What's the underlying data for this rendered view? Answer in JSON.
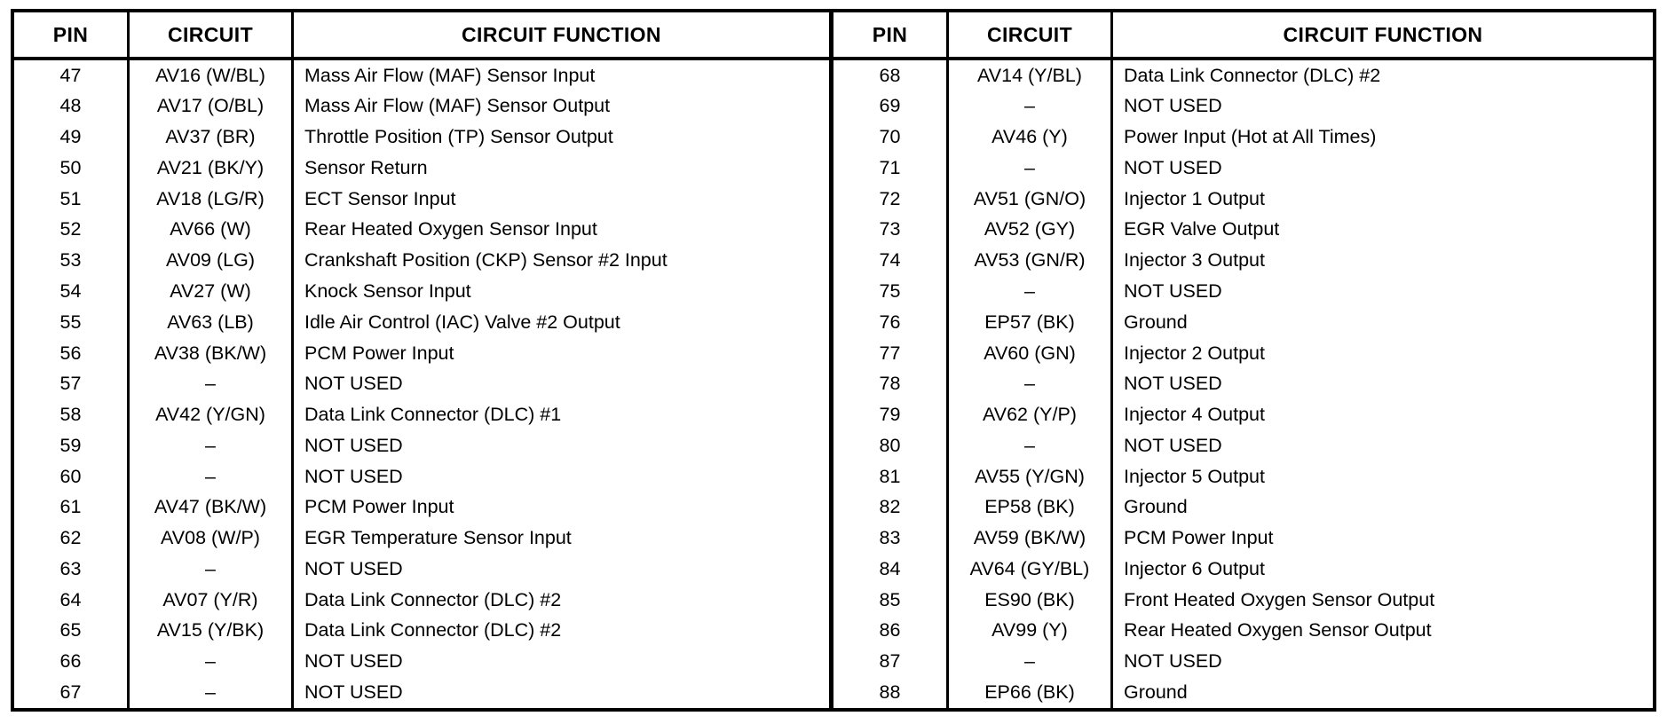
{
  "document": {
    "type": "pcm-connector-pin-table",
    "columns": [
      "PIN",
      "CIRCUIT",
      "CIRCUIT FUNCTION"
    ],
    "dash": "–"
  },
  "tables": [
    {
      "name": "left-table",
      "headers": {
        "pin": "PIN",
        "circuit": "CIRCUIT",
        "function": "CIRCUIT FUNCTION"
      },
      "rows": [
        {
          "pin": "47",
          "circuit": "AV16 (W/BL)",
          "function": "Mass Air Flow (MAF) Sensor Input"
        },
        {
          "pin": "48",
          "circuit": "AV17 (O/BL)",
          "function": "Mass Air Flow (MAF) Sensor Output"
        },
        {
          "pin": "49",
          "circuit": "AV37 (BR)",
          "function": "Throttle Position (TP) Sensor Output"
        },
        {
          "pin": "50",
          "circuit": "AV21 (BK/Y)",
          "function": "Sensor Return"
        },
        {
          "pin": "51",
          "circuit": "AV18 (LG/R)",
          "function": "ECT Sensor Input"
        },
        {
          "pin": "52",
          "circuit": "AV66  (W)",
          "function": "Rear Heated Oxygen Sensor Input"
        },
        {
          "pin": "53",
          "circuit": "AV09 (LG)",
          "function": "Crankshaft Position (CKP) Sensor #2 Input"
        },
        {
          "pin": "54",
          "circuit": "AV27 (W)",
          "function": "Knock Sensor Input"
        },
        {
          "pin": "55",
          "circuit": "AV63 (LB)",
          "function": "Idle Air Control (IAC) Valve #2 Output"
        },
        {
          "pin": "56",
          "circuit": "AV38 (BK/W)",
          "function": "PCM Power Input"
        },
        {
          "pin": "57",
          "circuit": "–",
          "function": "NOT USED"
        },
        {
          "pin": "58",
          "circuit": "AV42 (Y/GN)",
          "function": "Data Link Connector (DLC) #1"
        },
        {
          "pin": "59",
          "circuit": "–",
          "function": "NOT USED"
        },
        {
          "pin": "60",
          "circuit": "–",
          "function": "NOT USED"
        },
        {
          "pin": "61",
          "circuit": "AV47 (BK/W)",
          "function": "PCM Power Input"
        },
        {
          "pin": "62",
          "circuit": "AV08 (W/P)",
          "function": "EGR Temperature Sensor Input"
        },
        {
          "pin": "63",
          "circuit": "–",
          "function": "NOT USED"
        },
        {
          "pin": "64",
          "circuit": "AV07 (Y/R)",
          "function": "Data Link Connector (DLC) #2"
        },
        {
          "pin": "65",
          "circuit": "AV15 (Y/BK)",
          "function": "Data Link Connector (DLC) #2"
        },
        {
          "pin": "66",
          "circuit": "–",
          "function": "NOT USED"
        },
        {
          "pin": "67",
          "circuit": "–",
          "function": "NOT USED"
        }
      ]
    },
    {
      "name": "right-table",
      "headers": {
        "pin": "PIN",
        "circuit": "CIRCUIT",
        "function": "CIRCUIT FUNCTION"
      },
      "rows": [
        {
          "pin": "68",
          "circuit": "AV14 (Y/BL)",
          "function": "Data Link Connector (DLC) #2"
        },
        {
          "pin": "69",
          "circuit": "–",
          "function": "NOT USED"
        },
        {
          "pin": "70",
          "circuit": "AV46 (Y)",
          "function": "Power Input (Hot at All Times)"
        },
        {
          "pin": "71",
          "circuit": "–",
          "function": "NOT USED"
        },
        {
          "pin": "72",
          "circuit": "AV51 (GN/O)",
          "function": "Injector 1 Output"
        },
        {
          "pin": "73",
          "circuit": "AV52 (GY)",
          "function": "EGR Valve Output"
        },
        {
          "pin": "74",
          "circuit": "AV53 (GN/R)",
          "function": "Injector 3 Output"
        },
        {
          "pin": "75",
          "circuit": "–",
          "function": "NOT USED"
        },
        {
          "pin": "76",
          "circuit": "EP57 (BK)",
          "function": "Ground"
        },
        {
          "pin": "77",
          "circuit": "AV60 (GN)",
          "function": "Injector 2 Output"
        },
        {
          "pin": "78",
          "circuit": "–",
          "function": "NOT USED"
        },
        {
          "pin": "79",
          "circuit": "AV62 (Y/P)",
          "function": "Injector 4 Output"
        },
        {
          "pin": "80",
          "circuit": "–",
          "function": "NOT USED"
        },
        {
          "pin": "81",
          "circuit": "AV55 (Y/GN)",
          "function": "Injector 5 Output"
        },
        {
          "pin": "82",
          "circuit": "EP58 (BK)",
          "function": "Ground"
        },
        {
          "pin": "83",
          "circuit": "AV59 (BK/W)",
          "function": "PCM Power Input"
        },
        {
          "pin": "84",
          "circuit": "AV64 (GY/BL)",
          "function": "Injector 6 Output"
        },
        {
          "pin": "85",
          "circuit": "ES90 (BK)",
          "function": "Front Heated Oxygen Sensor Output"
        },
        {
          "pin": "86",
          "circuit": "AV99 (Y)",
          "function": "Rear Heated Oxygen Sensor Output"
        },
        {
          "pin": "87",
          "circuit": "–",
          "function": "NOT USED"
        },
        {
          "pin": "88",
          "circuit": "EP66 (BK)",
          "function": "Ground"
        }
      ]
    }
  ]
}
